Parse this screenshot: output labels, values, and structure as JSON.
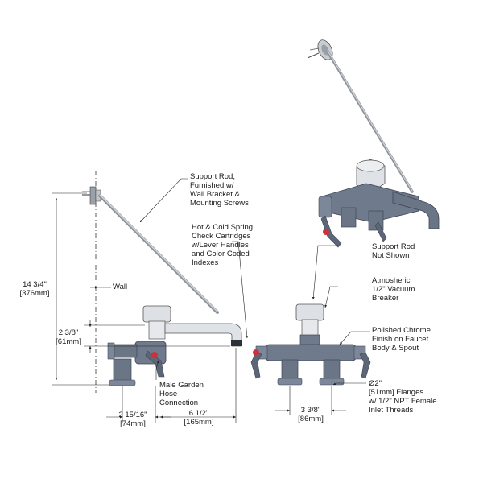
{
  "callouts": {
    "support_rod": [
      "Support Rod,",
      "Furnished w/",
      "Wall Bracket &",
      "Mounting Screws"
    ],
    "check_cartridges": [
      "Hot & Cold Spring",
      "Check Cartridges",
      "w/Lever Handles",
      "and Color Coded",
      "Indexes"
    ],
    "wall": "Wall",
    "male_hose": [
      "Male Garden",
      "Hose",
      "Connection"
    ],
    "rod_not_shown": [
      "Support Rod",
      "Not Shown"
    ],
    "vacuum_breaker": [
      "Atmosheric",
      "1/2\" Vacuum",
      "Breaker"
    ],
    "chrome_finish": [
      "Polished Chrome",
      "Finish on Faucet",
      "Body & Spout"
    ],
    "flanges": [
      "Ø2\"",
      "[51mm] Flanges",
      "w/ 1/2\" NPT Female",
      "Inlet Threads"
    ]
  },
  "dimensions": {
    "overall_height": [
      "14 3/4\"",
      "[376mm]"
    ],
    "spout_height": [
      "2 3/8\"",
      "[61mm]"
    ],
    "wall_offset": [
      "2 15/16\"",
      "[74mm]"
    ],
    "spout_reach": [
      "6 1/2\"",
      "[165mm]"
    ],
    "centers": [
      "3 3/8\"",
      "[86mm]"
    ]
  },
  "colors": {
    "body": "#6f7a8c",
    "body_dark": "#4a5364",
    "chrome": "#d9dde2",
    "rod": "#b9bdc2",
    "hot_index": "#d0303a",
    "line": "#222222"
  }
}
